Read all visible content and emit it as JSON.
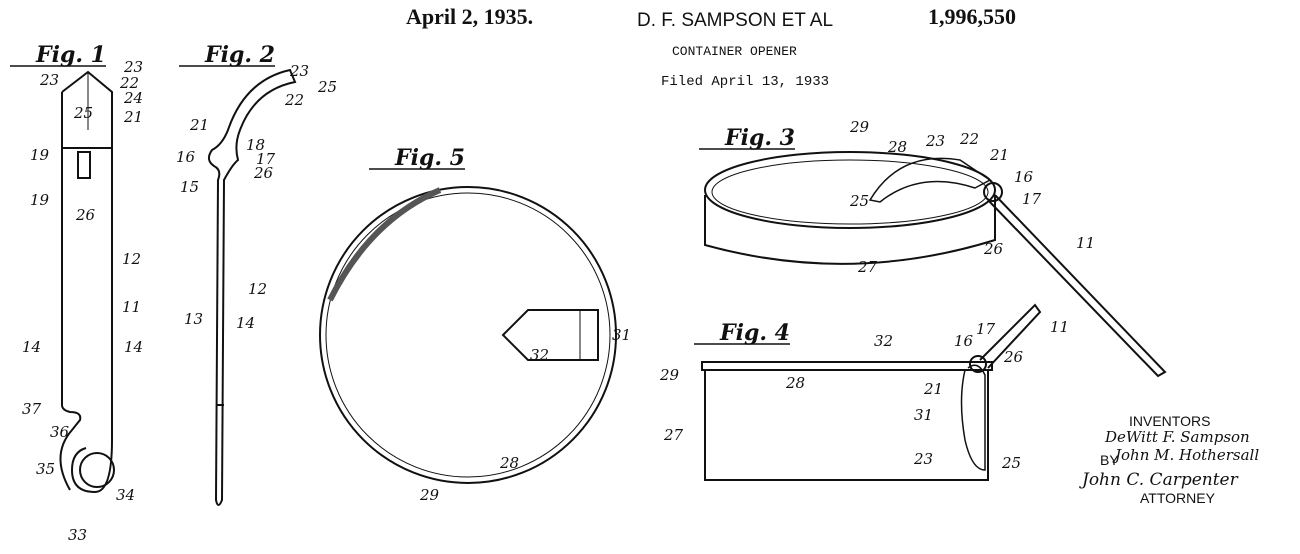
{
  "header": {
    "date": "April 2, 1935.",
    "inventor": "D. F. SAMPSON ET AL",
    "patent_number": "1,996,550",
    "title": "CONTAINER OPENER",
    "filed": "Filed April 13, 1933"
  },
  "figures": {
    "fig1": {
      "title": "Fig. 1",
      "labels": [
        "23",
        "23",
        "22",
        "24",
        "25",
        "21",
        "19",
        "19",
        "26",
        "12",
        "11",
        "14",
        "14",
        "37",
        "36",
        "35",
        "34",
        "33"
      ]
    },
    "fig2": {
      "title": "Fig. 2",
      "labels": [
        "23",
        "25",
        "22",
        "21",
        "18",
        "17",
        "16",
        "26",
        "15",
        "12",
        "13",
        "14"
      ]
    },
    "fig5": {
      "title": "Fig. 5",
      "labels": [
        "31",
        "32",
        "29",
        "28"
      ]
    },
    "fig3": {
      "title": "Fig. 3",
      "labels": [
        "29",
        "28",
        "23",
        "22",
        "21",
        "16",
        "17",
        "25",
        "26",
        "11",
        "27"
      ]
    },
    "fig4": {
      "title": "Fig. 4",
      "labels": [
        "11",
        "17",
        "16",
        "26",
        "32",
        "29",
        "28",
        "21",
        "31",
        "27",
        "23",
        "25"
      ]
    }
  },
  "signature_block": {
    "inventors_label": "INVENTORS",
    "inventor_1": "DeWitt F. Sampson",
    "inventor_2": "John M. Hothersall",
    "by_label": "BY",
    "attorney_name": "John C. Carpenter",
    "attorney_label": "ATTORNEY"
  }
}
